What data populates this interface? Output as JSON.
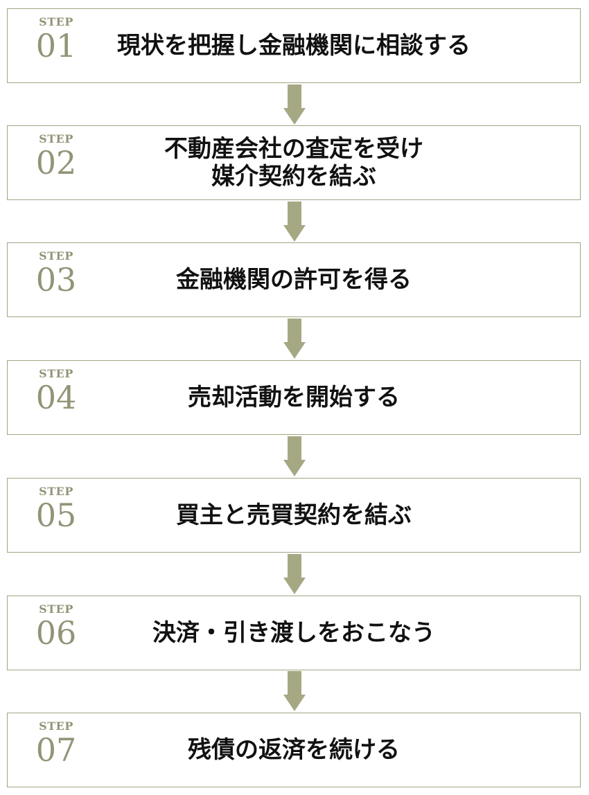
{
  "step_word": "STEP",
  "steps": [
    {
      "number": "01",
      "title": "現状を把握し金融機関に相談する"
    },
    {
      "number": "02",
      "title": "不動産会社の査定を受け\n媒介契約を結ぶ"
    },
    {
      "number": "03",
      "title": "金融機関の許可を得る"
    },
    {
      "number": "04",
      "title": "売却活動を開始する"
    },
    {
      "number": "05",
      "title": "買主と売買契約を結ぶ"
    },
    {
      "number": "06",
      "title": "決済・引き渡しをおこなう"
    },
    {
      "number": "07",
      "title": "残債の返済を続ける"
    }
  ],
  "colors": {
    "border": "#a2a382",
    "arrow": "#a6a884",
    "step_label": "#939477",
    "title_text": "#111111"
  }
}
